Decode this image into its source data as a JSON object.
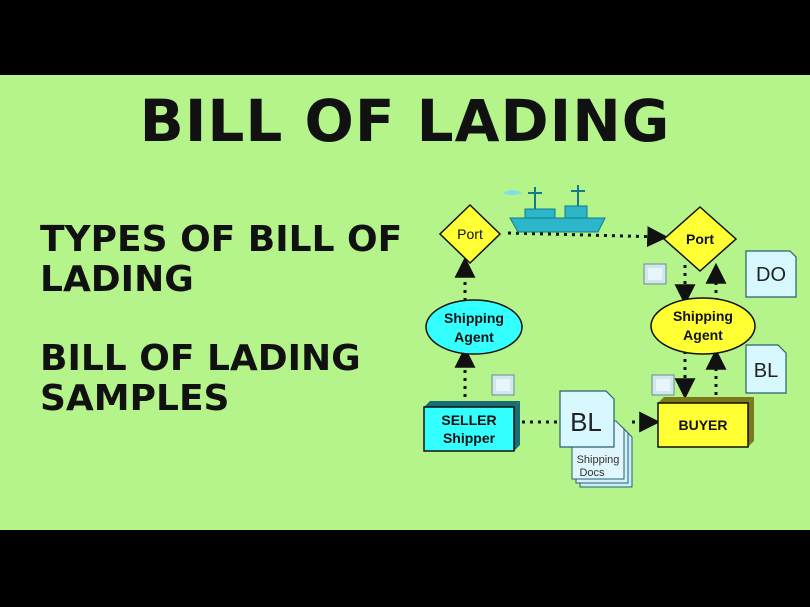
{
  "title": "BILL OF LADING",
  "topics": [
    "TYPES OF BILL OF LADING",
    "BILL OF LADING SAMPLES"
  ],
  "diagram": {
    "port_left": "Port",
    "port_right": "Port",
    "agent_left": [
      "Shipping",
      "Agent"
    ],
    "agent_right": [
      "Shipping",
      "Agent"
    ],
    "seller": [
      "SELLER",
      "Shipper"
    ],
    "buyer": "BUYER",
    "bl_center": "BL",
    "shipping_docs": [
      "Shipping",
      "Docs"
    ],
    "do_doc": "DO",
    "bl_right": "BL"
  },
  "colors": {
    "background": "#b5f48a",
    "letterbox": "#000000",
    "port": "#ffff33",
    "agent_left": "#33ffff",
    "agent_right": "#ffff33",
    "seller": "#33ffff",
    "buyer": "#ffff33",
    "document": "#d8f8ff",
    "ship": "#2bb7c9"
  }
}
